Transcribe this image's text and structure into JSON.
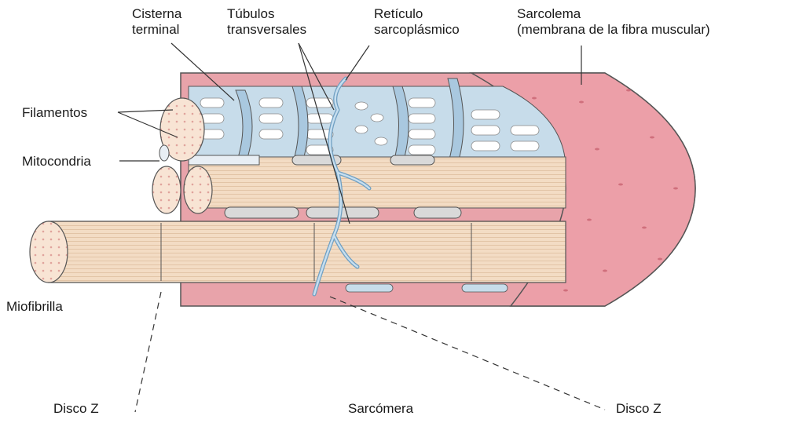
{
  "labels": {
    "cisterna": [
      "Cisterna",
      "terminal"
    ],
    "tubulos": [
      "Túbulos",
      "transversales"
    ],
    "reticulo": [
      "Retículo",
      "sarcoplásmico"
    ],
    "sarcolema": [
      "Sarcolema",
      "(membrana de la fibra muscular)"
    ],
    "filamentos": "Filamentos",
    "mitocondria": "Mitocondria",
    "miofibrilla": "Miofibrilla",
    "disco_z_left": "Disco Z",
    "sarcomera": "Sarcómera",
    "disco_z_right": "Disco Z"
  },
  "colors": {
    "sarcolemma": "#e8a3aa",
    "sarcolemma_dark": "#d98a93",
    "myofibril": "#f3dcc4",
    "myofibril_stripe": "#e2c4a6",
    "reticulum": "#c7dcea",
    "tubule": "#9fc3dd",
    "outline": "#555555",
    "text": "#1a1a1a"
  }
}
